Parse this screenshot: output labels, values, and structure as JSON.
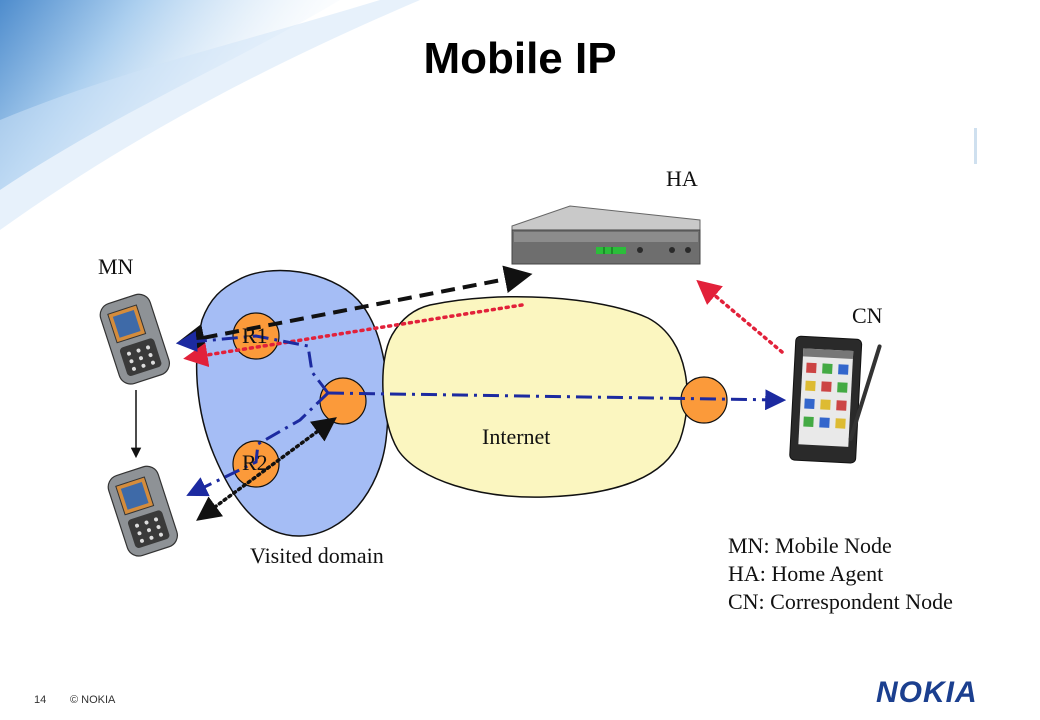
{
  "title": "Mobile IP",
  "labels": {
    "ha": "HA",
    "mn": "MN",
    "cn": "CN",
    "r1": "R1",
    "r2": "R2",
    "internet": "Internet",
    "visited_domain": "Visited domain"
  },
  "legend": [
    "MN: Mobile Node",
    "HA: Home Agent",
    "CN: Correspondent Node"
  ],
  "footer": {
    "page_number": "14",
    "copyright": "© NOKIA",
    "logo": "NOKIA"
  },
  "colors": {
    "visited_domain_fill": "#a5bdf5",
    "internet_fill": "#fbf6c0",
    "router_fill": "#fb9a3a",
    "tunnel_line": "#111111",
    "red_dotted": "#e2213a",
    "blue_dashdot": "#1c2aa0",
    "logo": "#1b3f8f"
  },
  "icons": [
    "home-agent-router-icon",
    "mobile-phone-icon",
    "pda-icon"
  ]
}
